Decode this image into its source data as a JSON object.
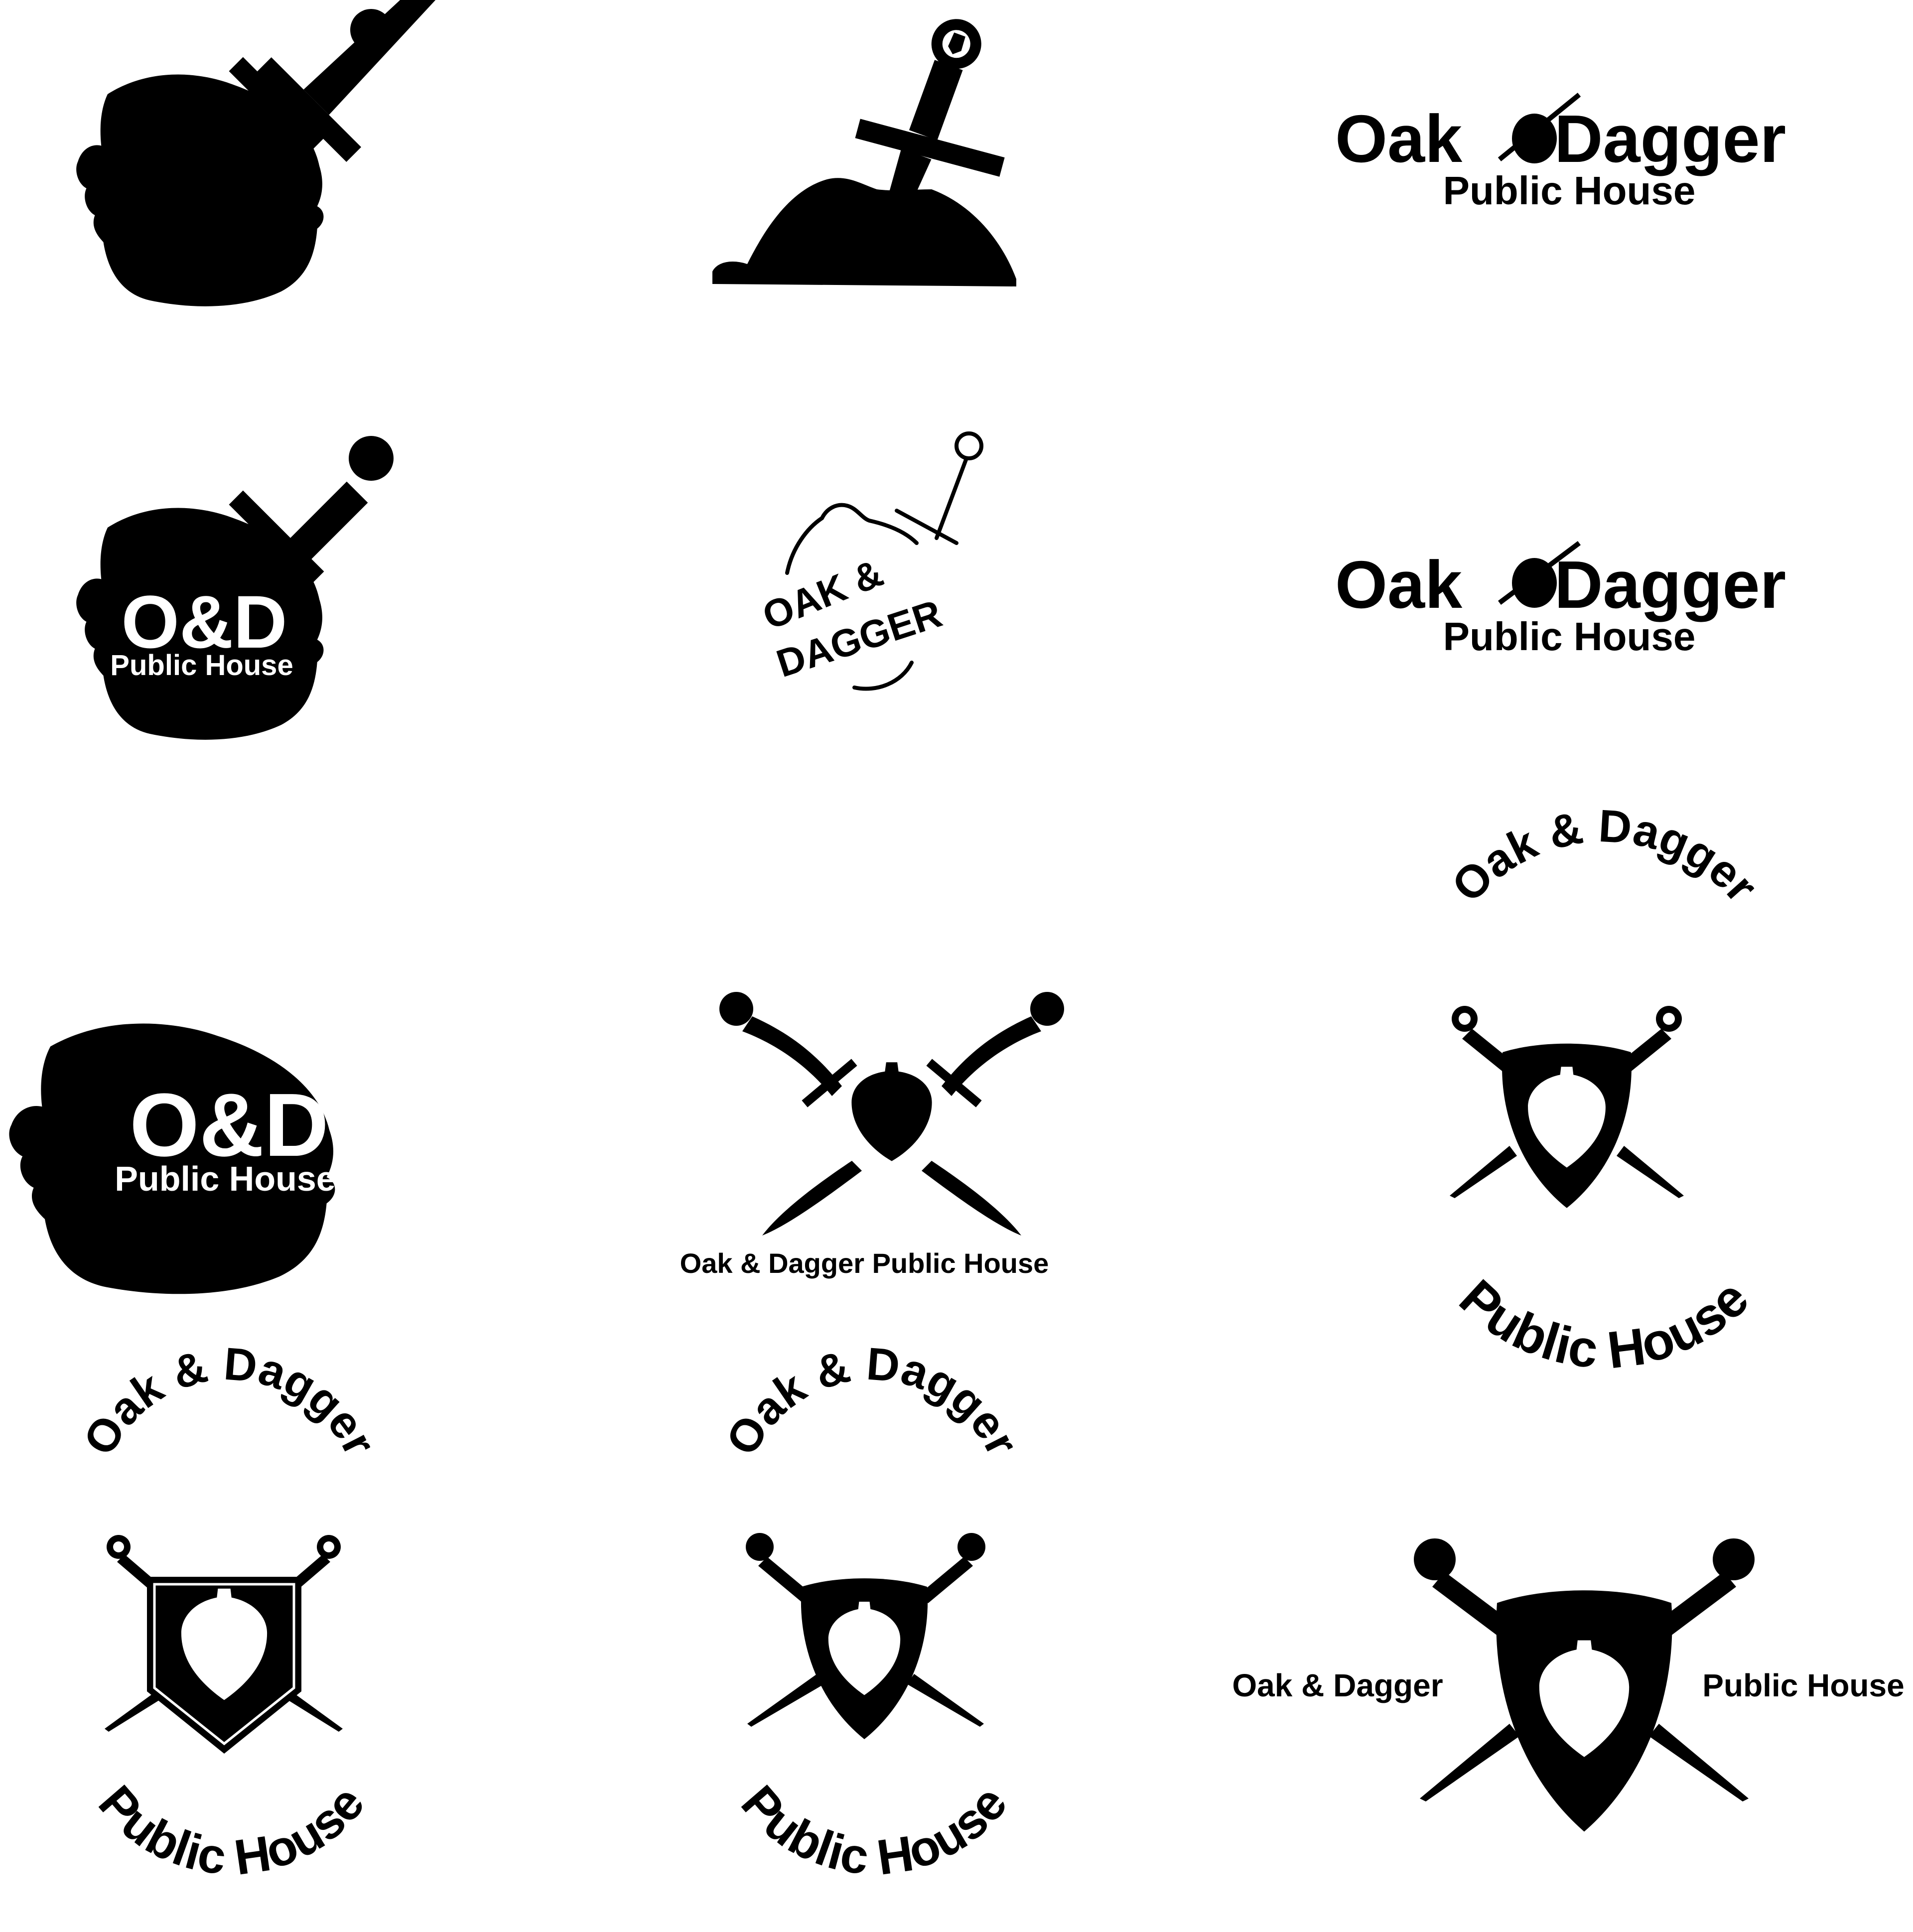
{
  "page": {
    "background": "#ffffff",
    "ink": "#000000"
  },
  "logos": {
    "wordmark_1": {
      "oak": "Oak",
      "dagger": "Dagger",
      "sub": "Public House"
    },
    "wordmark_2": {
      "oak": "Oak",
      "dagger": "Dagger",
      "sub": "Public House"
    },
    "badge_small": {
      "mono": "O&D",
      "sub": "Public House"
    },
    "outline_badge": {
      "line1": "OAK &",
      "line2": "DAGGER"
    },
    "badge_large": {
      "mono": "O&D",
      "sub": "Public House"
    },
    "crossed_daggers": {
      "caption": "Oak & Dagger Public House"
    },
    "crest_1": {
      "top": "Oak & Dagger",
      "bottom": "Public House"
    },
    "crest_2": {
      "top": "Oak & Dagger",
      "bottom": "Public House"
    },
    "crest_3": {
      "top": "Oak & Dagger",
      "bottom": "Public House"
    },
    "crest_4": {
      "left": "Oak & Dagger",
      "right": "Public House"
    }
  },
  "icons": [
    "acorn-icon",
    "dagger-icon",
    "shield-icon",
    "mound-icon"
  ]
}
